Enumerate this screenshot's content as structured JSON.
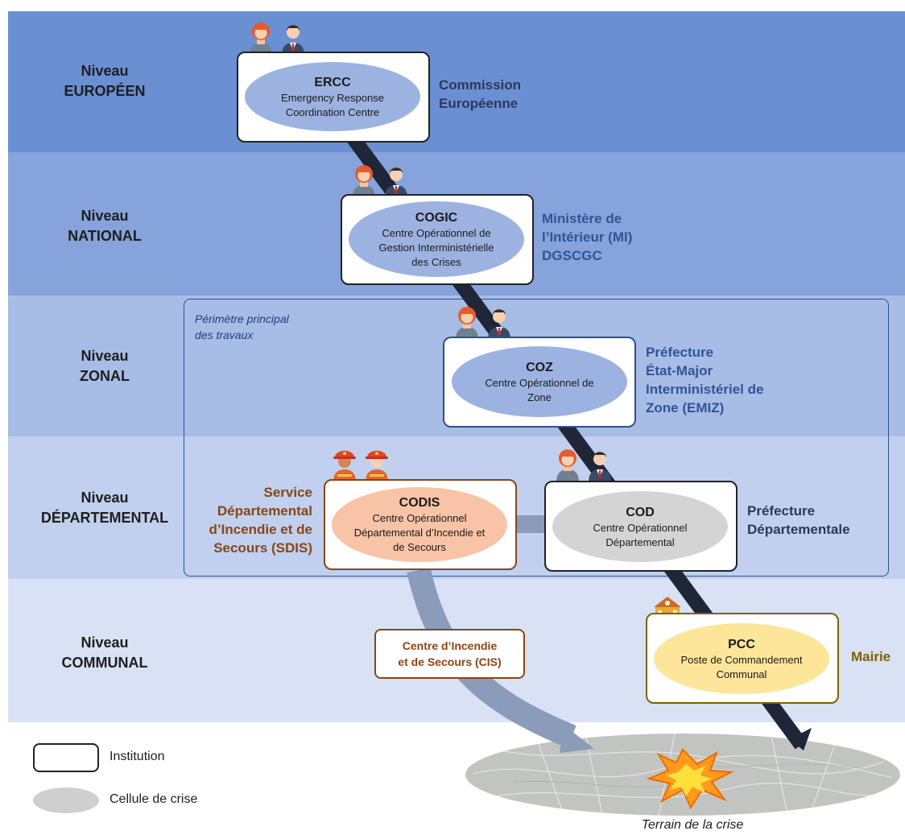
{
  "levels": {
    "eu": [
      "Niveau",
      "EUROPÉEN"
    ],
    "nat": [
      "Niveau",
      "NATIONAL"
    ],
    "zon": [
      "Niveau",
      "ZONAL"
    ],
    "dep": [
      "Niveau",
      "DÉPARTEMENTAL"
    ],
    "com": [
      "Niveau",
      "COMMUNAL"
    ]
  },
  "perimeter": [
    "Périmètre principal",
    "des travaux"
  ],
  "nodes": {
    "ercc": {
      "abbr": "ERCC",
      "full": [
        "Emergency Response",
        "Coordination Centre"
      ],
      "side": [
        "Commission",
        "Européenne"
      ]
    },
    "cogic": {
      "abbr": "COGIC",
      "full": [
        "Centre Opérationnel de",
        "Gestion Interministérielle",
        "des Crises"
      ],
      "side": [
        "Ministère de",
        "l’Intérieur (MI)",
        "DGSCGC"
      ]
    },
    "coz": {
      "abbr": "COZ",
      "full": [
        "Centre Opérationnel de",
        "Zone"
      ],
      "side": [
        "Préfecture",
        "État-Major",
        "Interministériel de",
        "Zone (EMIZ)"
      ]
    },
    "codis": {
      "abbr": "CODIS",
      "full": [
        "Centre Opérationnel",
        "Départemental d’Incendie et",
        "de Secours"
      ],
      "side": [
        "Service",
        "Départemental",
        "d’Incendie et de",
        "Secours (SDIS)"
      ]
    },
    "cod": {
      "abbr": "COD",
      "full": [
        "Centre Opérationnel",
        "Départemental"
      ],
      "side": [
        "Préfecture",
        "Départementale"
      ]
    },
    "pcc": {
      "abbr": "PCC",
      "full": [
        "Poste de Commandement",
        "Communal"
      ],
      "side": [
        "Mairie"
      ]
    },
    "cis": {
      "label": [
        "Centre d’Incendie",
        "et de Secours (CIS)"
      ]
    }
  },
  "legend": {
    "institution": "Institution",
    "cell": "Cellule de crise"
  },
  "terrain_label": "Terrain de la crise",
  "colors": {
    "cell_blue": "#9cb3e1",
    "cell_orange": "#f8c3a6",
    "cell_grey": "#d4d4d4",
    "cell_yellow": "#fde59a",
    "side_dark": "#2b3a55",
    "side_blue": "#2f5597",
    "side_brown": "#8b4513",
    "side_olive": "#7f6000"
  }
}
